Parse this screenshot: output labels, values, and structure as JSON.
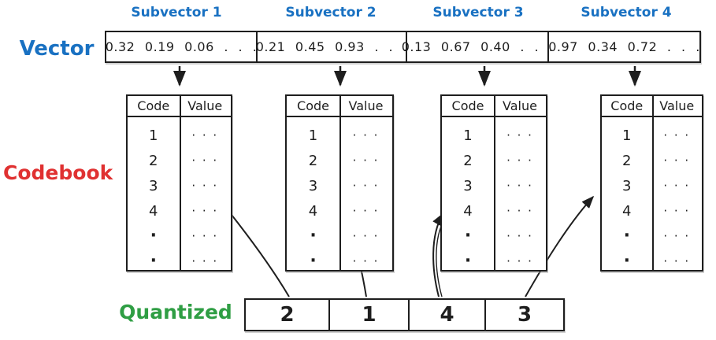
{
  "palette": {
    "blue": "#1971c2",
    "red": "#e03131",
    "green": "#2f9e44",
    "ink": "#1e1e1e"
  },
  "vector": {
    "label": "Vector",
    "segments": [
      {
        "title": "Subvector 1",
        "values": "0.32 0.19 0.06 . . ."
      },
      {
        "title": "Subvector 2",
        "values": "0.21 0.45 0.93 . . ."
      },
      {
        "title": "Subvector 3",
        "values": "0.13 0.67 0.40 . . ."
      },
      {
        "title": "Subvector 4",
        "values": "0.97 0.34 0.72 . . ."
      }
    ]
  },
  "codebook": {
    "label": "Codebook",
    "col_code": "Code",
    "col_value": "Value",
    "codes": [
      "1",
      "2",
      "3",
      "4",
      "·",
      "·"
    ],
    "ellipsis": "· · ·",
    "assignments": [
      {
        "subvector": 1,
        "selected_code": "2"
      },
      {
        "subvector": 2,
        "selected_code": "1"
      },
      {
        "subvector": 3,
        "selected_code": "4"
      },
      {
        "subvector": 4,
        "selected_code": "3"
      }
    ]
  },
  "quantized": {
    "label": "Quantized",
    "cells": [
      "2",
      "1",
      "4",
      "3"
    ]
  }
}
